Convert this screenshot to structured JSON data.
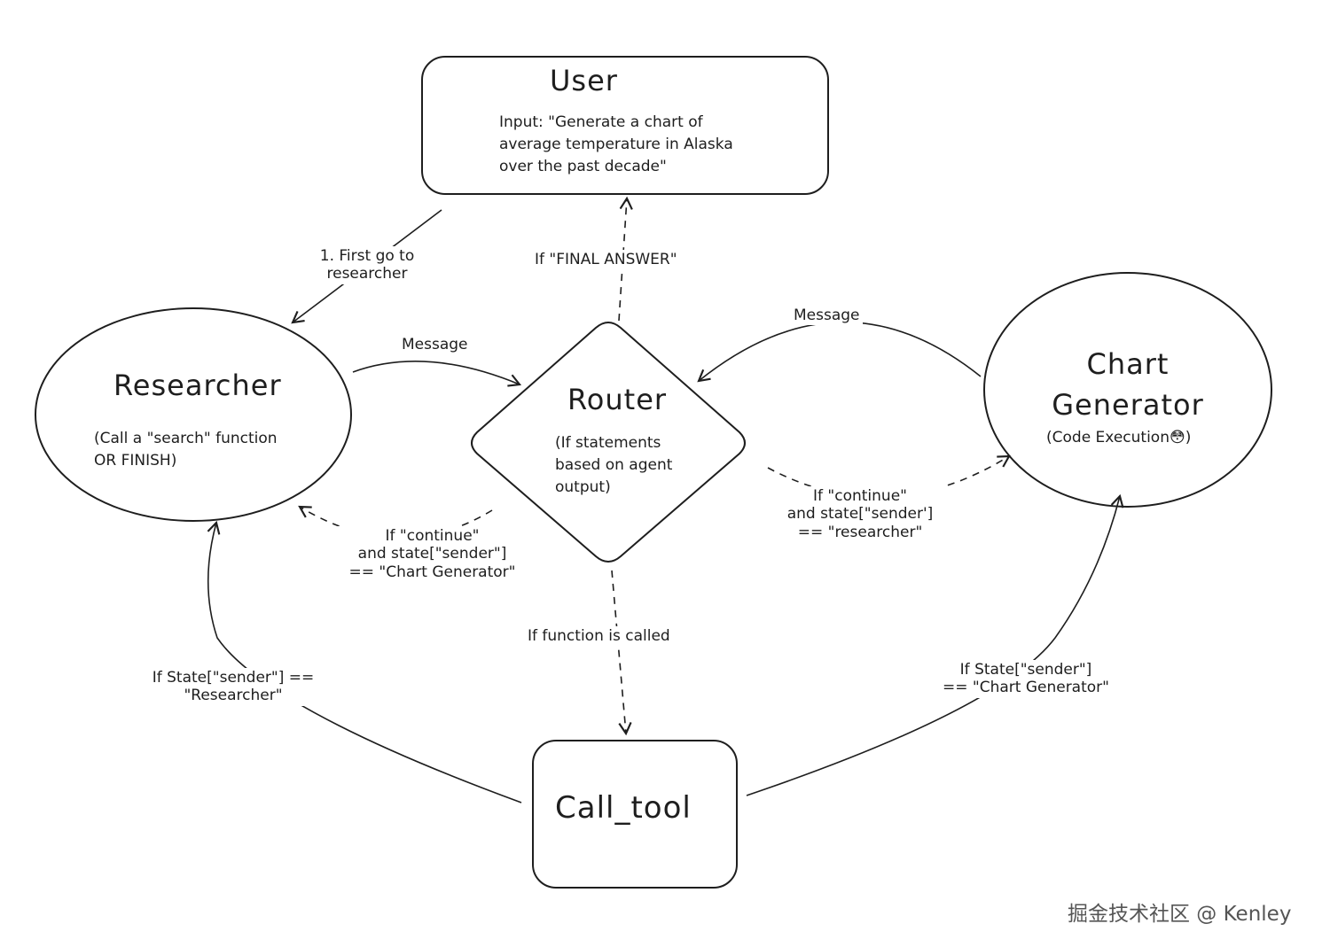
{
  "colors": {
    "stroke": "#1e1e1e",
    "background": "#ffffff",
    "watermark": "#555555"
  },
  "nodes": {
    "user": {
      "title": "User",
      "description": "Input: \"Generate a chart of\naverage temperature in Alaska\nover the past decade\""
    },
    "researcher": {
      "title": "Researcher",
      "description": "(Call a \"search\" function\nOR FINISH)"
    },
    "router": {
      "title": "Router",
      "description": "(If statements\n based on agent\noutput)"
    },
    "chart_generator": {
      "title": "Chart\nGenerator",
      "description": "(Code Execution😳)"
    },
    "call_tool": {
      "title": "Call_tool"
    }
  },
  "edges": {
    "user_to_researcher": "1. First go to\nresearcher",
    "router_to_user": "If \"FINAL ANSWER\"",
    "researcher_to_router": "Message",
    "chart_to_router": "Message",
    "router_to_researcher": "If \"continue\"\nand state[\"sender\"]\n== \"Chart Generator\"",
    "router_to_chart": "If \"continue\"\nand state[\"sender']\n== \"researcher\"",
    "router_to_calltool": "If function is called",
    "calltool_to_researcher": "If State[\"sender\"] ==\n\"Researcher\"",
    "calltool_to_chart": "If State[\"sender\"]\n== \"Chart Generator\""
  },
  "watermark": "掘金技术社区 @ Kenley"
}
